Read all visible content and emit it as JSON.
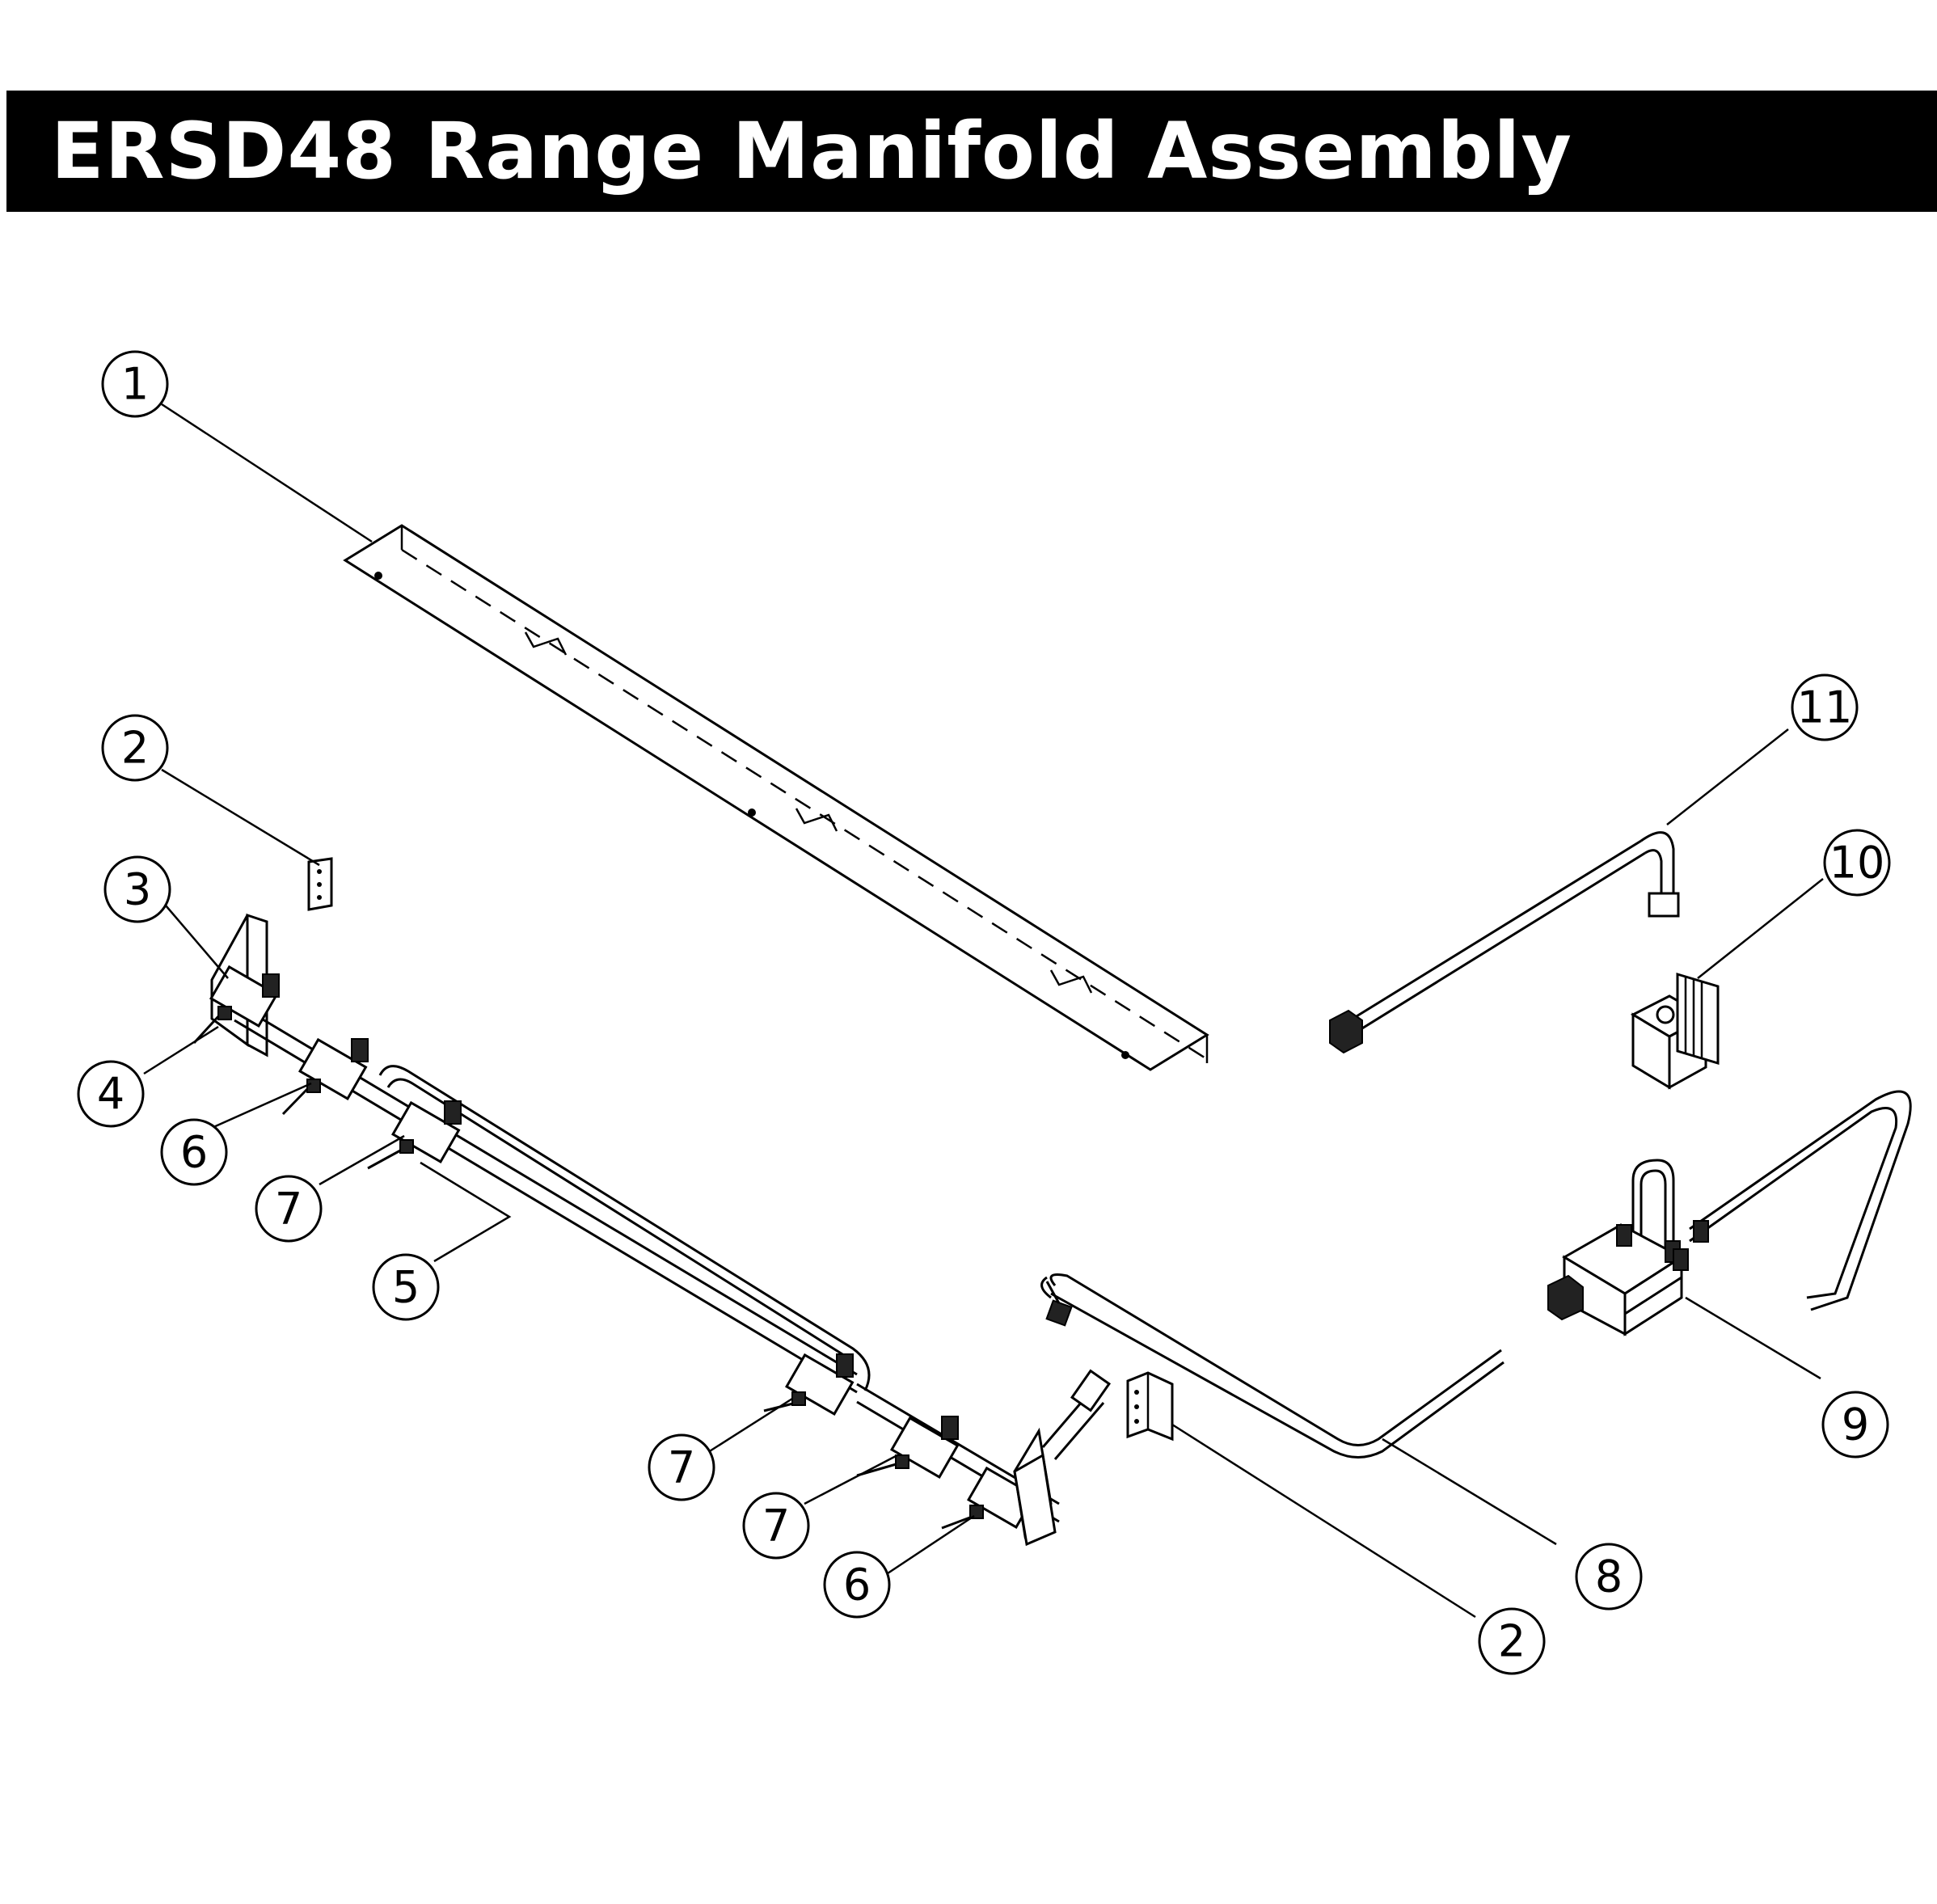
{
  "title": "ERSD48 Range Manifold Assembly",
  "callouts": [
    {
      "number": "1",
      "part": "rail"
    },
    {
      "number": "2",
      "part": "bracket-left"
    },
    {
      "number": "3",
      "part": "mount-bracket"
    },
    {
      "number": "4",
      "part": "valve"
    },
    {
      "number": "6",
      "part": "valve"
    },
    {
      "number": "7",
      "part": "valve"
    },
    {
      "number": "5",
      "part": "manifold-pipe"
    },
    {
      "number": "11",
      "part": "gas-tube"
    },
    {
      "number": "10",
      "part": "block"
    },
    {
      "number": "9",
      "part": "regulator"
    },
    {
      "number": "7",
      "part": "valve"
    },
    {
      "number": "7",
      "part": "valve"
    },
    {
      "number": "6",
      "part": "valve"
    },
    {
      "number": "8",
      "part": "pipe"
    },
    {
      "number": "2",
      "part": "bracket-right"
    }
  ]
}
